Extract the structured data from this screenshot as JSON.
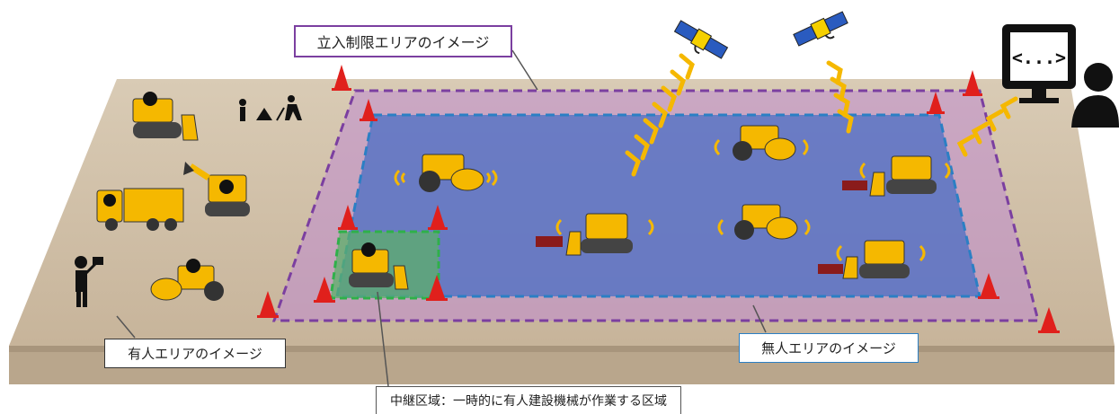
{
  "labels": {
    "restricted_area": "立入制限エリアのイメージ",
    "manned_area": "有人エリアのイメージ",
    "unmanned_area": "無人エリアのイメージ",
    "relay_zone": "中継区域：一時的に有人建設機械が作業する区域"
  },
  "colors": {
    "restricted_border": "#7b3fa0",
    "unmanned_border": "#2b7fc4",
    "relay_border": "#2fb04a",
    "machine_yellow": "#f5b800",
    "cone_red": "#e0201c",
    "signal_yellow": "#f5b800"
  },
  "icons": {
    "operator": "remote-operator-icon",
    "satellite": "satellite-icon",
    "machine": "construction-machine-icon",
    "worker": "worker-icon",
    "cone": "traffic-cone-icon"
  }
}
